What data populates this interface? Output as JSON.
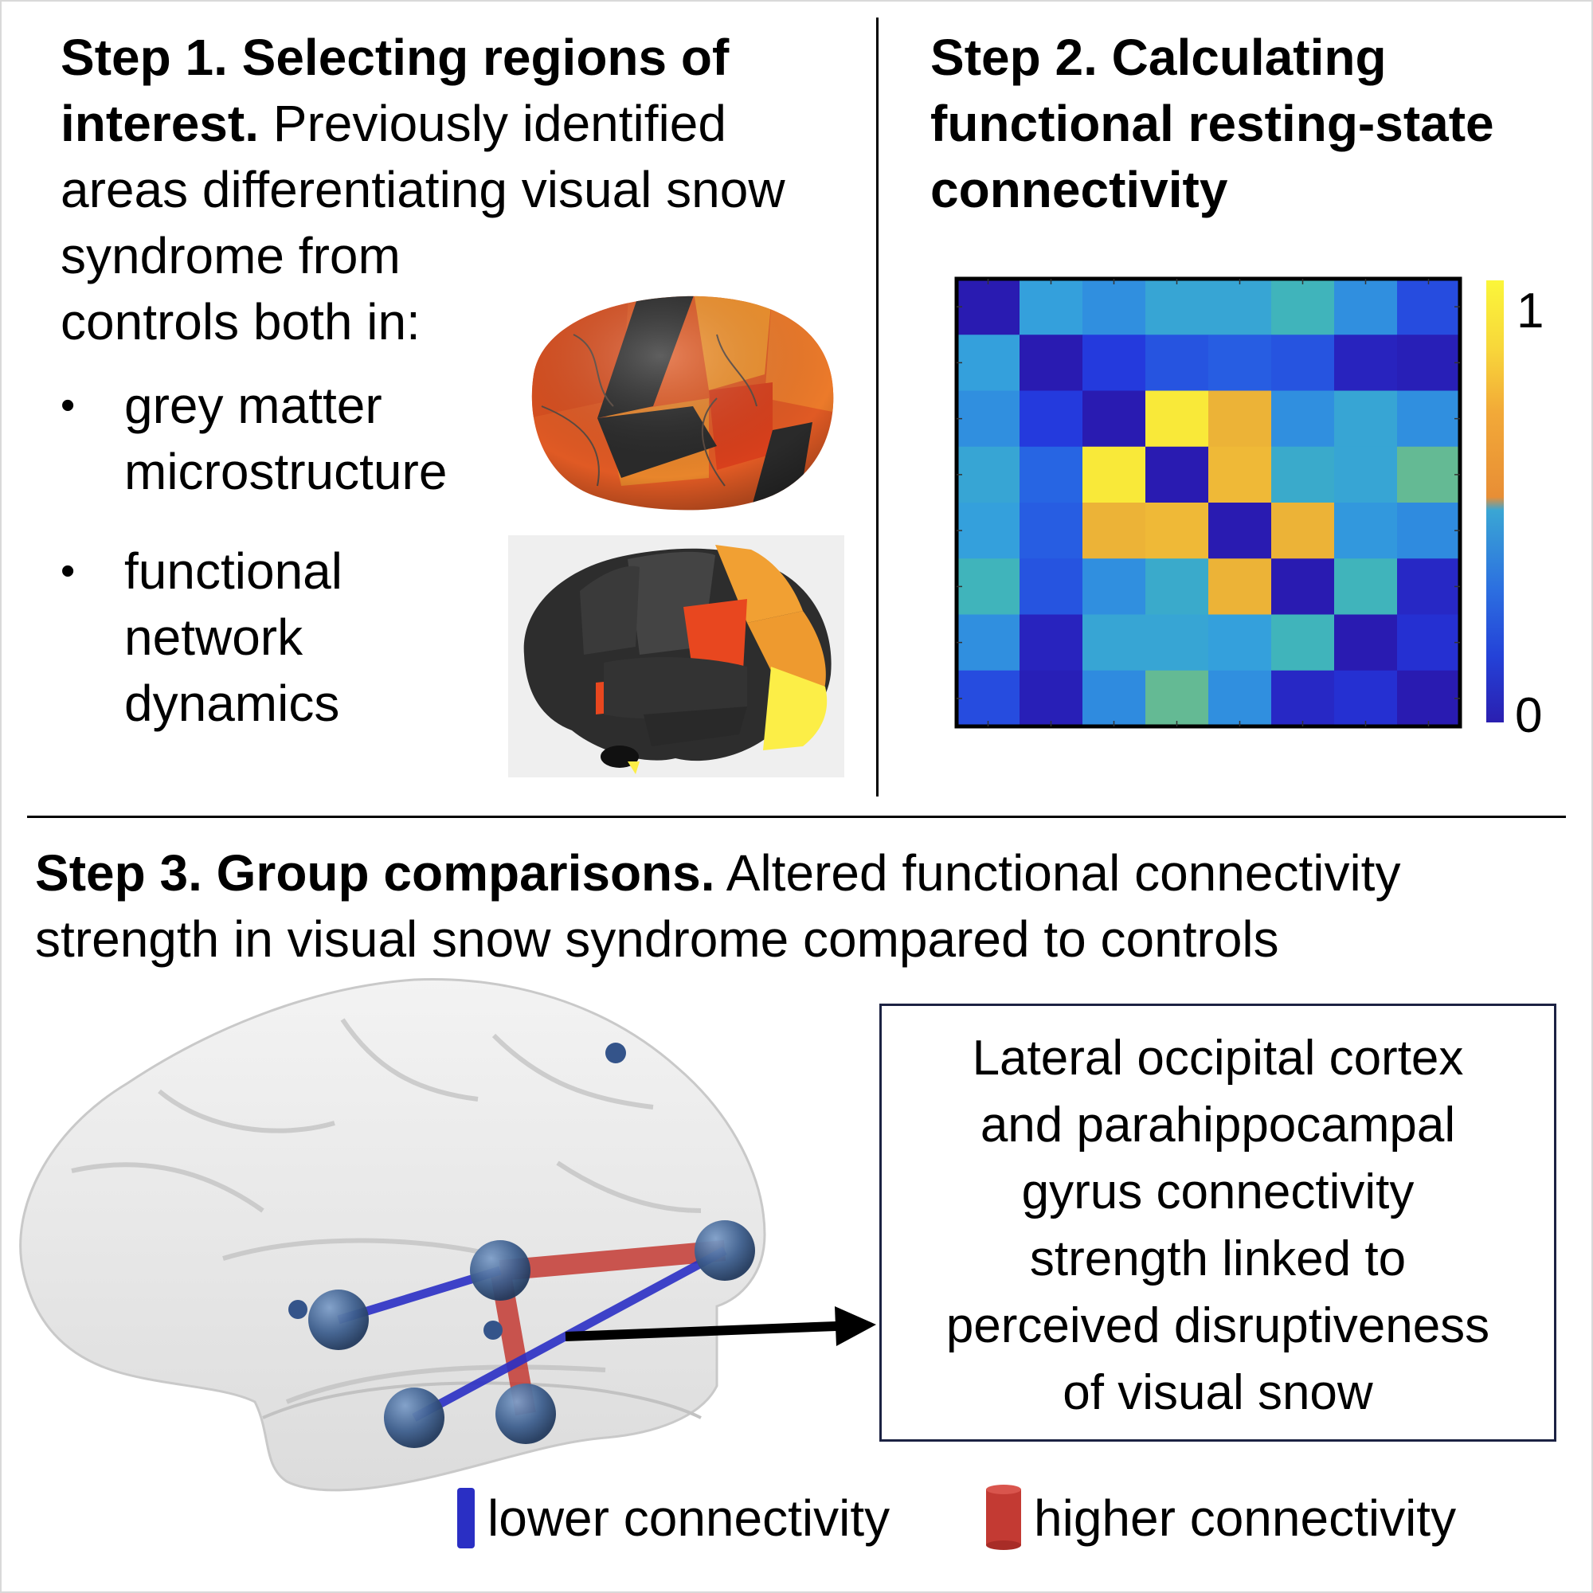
{
  "step1": {
    "title_bold_1": "Step 1. Selecting regions of",
    "title_bold_2": "interest.",
    "line2_rest": " Previously identified",
    "line3": "areas differentiating visual snow",
    "line4": "syndrome from",
    "line5": "controls both in:",
    "bullets": [
      {
        "lines": [
          "grey matter",
          "microstructure"
        ]
      },
      {
        "lines": [
          "functional",
          "network",
          "dynamics"
        ]
      }
    ]
  },
  "step2": {
    "title_lines": [
      "Step 2. Calculating",
      "functional resting-state",
      "connectivity"
    ],
    "colorbar": {
      "max_label": "1",
      "min_label": "0"
    }
  },
  "chart_data": {
    "type": "heatmap",
    "rows": 8,
    "cols": 8,
    "value_range": [
      0,
      1
    ],
    "values": [
      [
        0.02,
        0.4,
        0.36,
        0.42,
        0.42,
        0.48,
        0.36,
        0.2
      ],
      [
        0.4,
        0.02,
        0.16,
        0.22,
        0.24,
        0.22,
        0.06,
        0.04
      ],
      [
        0.36,
        0.16,
        0.02,
        0.95,
        0.72,
        0.36,
        0.42,
        0.36
      ],
      [
        0.42,
        0.26,
        0.95,
        0.02,
        0.75,
        0.44,
        0.42,
        0.55
      ],
      [
        0.4,
        0.24,
        0.72,
        0.75,
        0.02,
        0.72,
        0.38,
        0.35
      ],
      [
        0.48,
        0.22,
        0.36,
        0.44,
        0.72,
        0.02,
        0.48,
        0.08
      ],
      [
        0.36,
        0.06,
        0.42,
        0.42,
        0.4,
        0.48,
        0.02,
        0.12
      ],
      [
        0.2,
        0.04,
        0.35,
        0.55,
        0.36,
        0.08,
        0.12,
        0.02
      ]
    ]
  },
  "step3": {
    "title_bold": "Step 3. Group comparisons.",
    "title_rest": " Altered functional connectivity",
    "line2": "strength in visual snow syndrome compared to controls",
    "callout_lines": [
      "Lateral occipital cortex",
      "and parahippocampal",
      "gyrus connectivity",
      "strength linked to",
      "perceived disruptiveness",
      "of visual snow"
    ],
    "legend": {
      "lower": "lower connectivity",
      "higher": "higher connectivity"
    }
  },
  "colors": {
    "lower_edge": "#2a2fc4",
    "higher_edge": "#c33a33",
    "node": "#3e5f8e",
    "callout_border": "#1c2243"
  }
}
